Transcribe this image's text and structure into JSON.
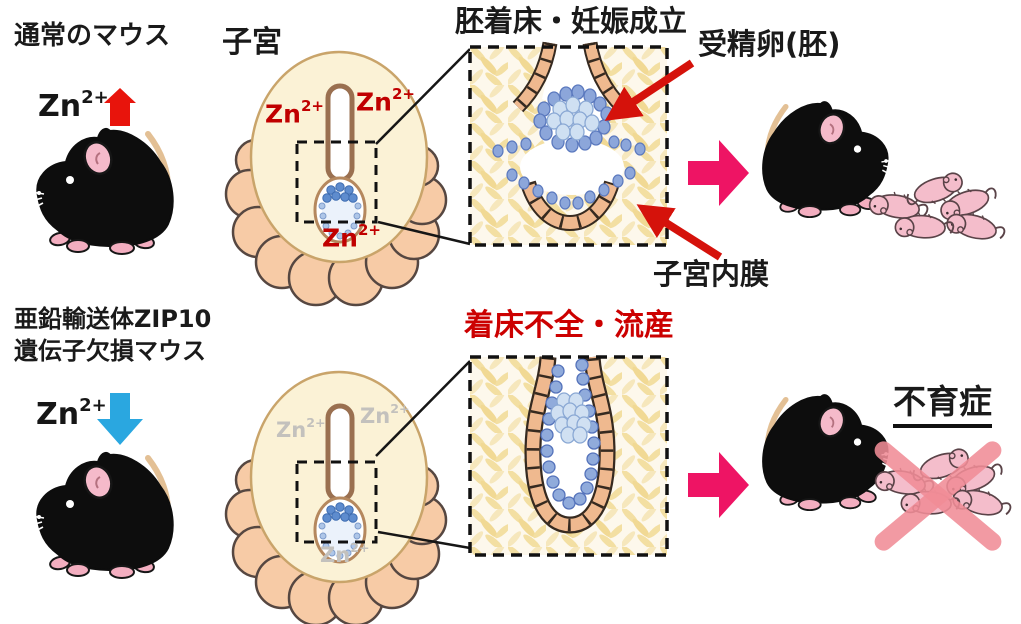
{
  "labels": {
    "zn_base": "Zn",
    "zn_sup": "2+"
  },
  "top_row": {
    "mouse_label": "通常のマウス",
    "uterus_label": "子宮",
    "inset_title": "胚着床・妊娠成立",
    "egg_label": "受精卵(胚)",
    "endometrium_label": "子宮内膜"
  },
  "bottom_row": {
    "mouse_label_line1": "亜鉛輸送体ZIP10",
    "mouse_label_line2": "遺伝子欠損マウス",
    "inset_title": "着床不全・流産",
    "outcome_label": "不育症"
  },
  "icons": {
    "zn_up_arrow": "red-up-arrow",
    "zn_down_arrow": "blue-down-arrow",
    "result_arrows": "magenta-right-arrow",
    "annotation_arrows": "red-pointer-arrow",
    "failure_mark": "pink-cross"
  },
  "colors": {
    "red_text": "#c00000",
    "red_title": "#cc0000",
    "red_arrow": "#dd1510",
    "blue_arrow": "#2aa7e0",
    "magenta_arrow": "#ee1464",
    "gray_zn_text": "#c3c1bd",
    "uterus_fill": "#fbf2d6",
    "scallop_fill": "#f7cba6",
    "epithelium_fill": "#efb98f",
    "embryo_cell_blue": "#8ca6da",
    "embryo_cell_light": "#cfe0f2",
    "pup_pink": "#f4bdcb",
    "pink_cross": "#f08c96",
    "mouse_black": "#0d0d0d"
  }
}
